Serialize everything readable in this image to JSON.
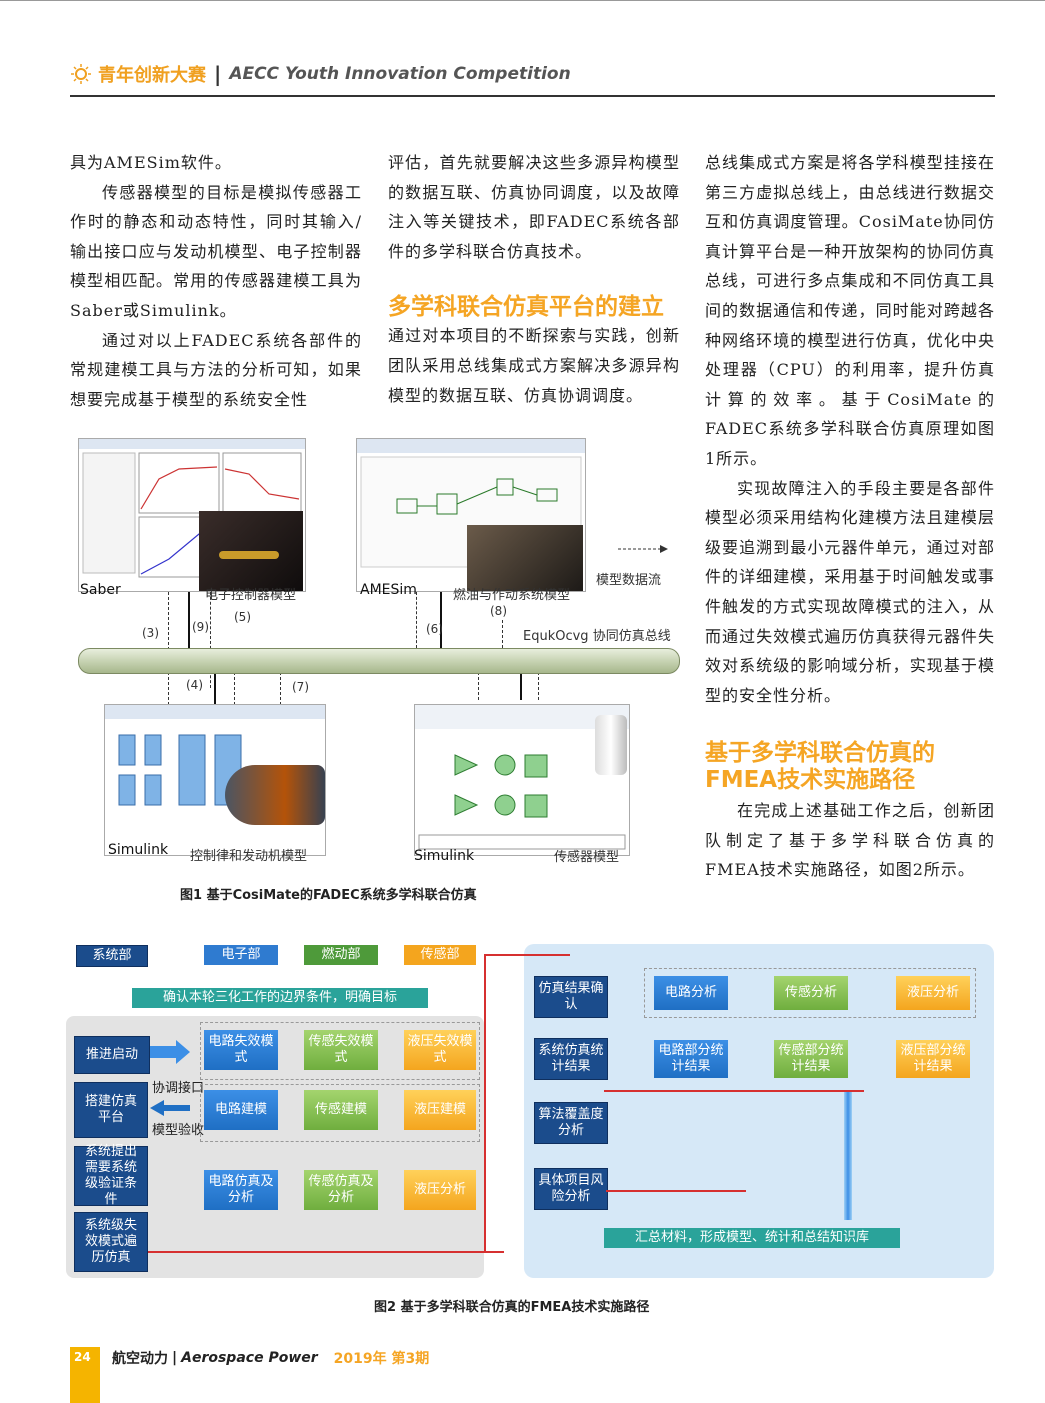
{
  "header": {
    "title_cn": "青年创新大赛",
    "separator": "|",
    "title_en": "AECC Youth Innovation Competition"
  },
  "col1": {
    "p1": "具为AMESim软件。",
    "p2": "传感器模型的目标是模拟传感器工作时的静态和动态特性，同时其输入/输出接口应与发动机模型、电子控制器模型相匹配。常用的传感器建模工具为Saber或Simulink。",
    "p3": "通过对以上FADEC系统各部件的常规建模工具与方法的分析可知，如果想要完成基于模型的系统安全性"
  },
  "col2": {
    "p1": "评估，首先就要解决这些多源异构模型的数据互联、仿真协同调度，以及故障注入等关键技术，即FADEC系统各部件的多学科联合仿真技术。",
    "heading": "多学科联合仿真平台的建立",
    "p2": "通过对本项目的不断探索与实践，创新团队采用总线集成式方案解决多源异构模型的数据互联、仿真协调调度。"
  },
  "col3": {
    "p1": "总线集成式方案是将各学科模型挂接在第三方虚拟总线上，由总线进行数据交互和仿真调度管理。CosiMate协同仿真计算平台是一种开放架构的协同仿真总线，可进行多点集成和不同仿真工具间的数据通信和传递，同时能对跨越各种网络环境的模型进行仿真，优化中央处理器（CPU）的利用率，提升仿真计算的效率。基于CosiMate的FADEC系统多学科联合仿真原理如图1所示。",
    "p2": "实现故障注入的手段主要是各部件模型必须采用结构化建模方法且建模层级要追溯到最小元器件单元，通过对部件的详细建模，采用基于时间触发或事件触发的方式实现故障模式的注入，从而通过失效模式遍历仿真获得元器件失效对系统级的影响域分析，实现基于模型的安全性分析。",
    "heading": "基于多学科联合仿真的FMEA技术实施路径",
    "p3": "在完成上述基础工作之后，创新团队制定了基于多学科联合仿真的FMEA技术实施路径，如图2所示。"
  },
  "fig1": {
    "saber_label": "Saber",
    "saber_caption": "电子控制器模型",
    "amesim_label": "AMESim",
    "amesim_caption": "燃油与作动系统模型",
    "simulink1_label": "Simulink",
    "simulink1_caption": "控制律和发动机模型",
    "simulink2_label": "Simulink",
    "simulink2_caption": "传感器模型",
    "legend": "模型数据流",
    "bus_label": "EqukOcvg 协同仿真总线",
    "n3": "(3)",
    "n9": "(9)",
    "n5": "(5)",
    "n6": "(6)",
    "n8": "(8)",
    "n4": "(4)",
    "n7": "(7)",
    "caption": "图1 基于CosiMate的FADEC系统多学科联合仿真"
  },
  "fig2": {
    "departments": [
      "系统部",
      "电子部",
      "燃动部",
      "传感部"
    ],
    "confirm": "确认本轮三化工作的边界条件，明确目标",
    "left_steps": [
      "推进启动",
      "搭建仿真平台",
      "系统提出需要系统级验证条件",
      "系统级失效模式遍历仿真"
    ],
    "coord": "协调接口",
    "verify": "模型验收",
    "failure_modes": [
      "电路失效模式",
      "传感失效模式",
      "液压失效模式"
    ],
    "modeling": [
      "电路建模",
      "传感建模",
      "液压建模"
    ],
    "sim_analysis": [
      "电路仿真及分析",
      "传感仿真及分析",
      "液压分析"
    ],
    "right_steps": [
      "仿真结果确认",
      "系统仿真统计结果",
      "算法覆盖度分析",
      "具体项目风险分析"
    ],
    "analysis": [
      "电路分析",
      "传感分析",
      "液压分析"
    ],
    "partial_results": [
      "电路部分统计结果",
      "传感部分统计结果",
      "液压部分统计结果"
    ],
    "summary": "汇总材料，形成模型、统计和总结知识库",
    "caption": "图2 基于多学科联合仿真的FMEA技术实施路径"
  },
  "footer": {
    "page": "24",
    "journal": "航空动力",
    "journal_en": "Aerospace Power",
    "issue": "2019年 第3期"
  },
  "colors": {
    "accent": "#f5a524",
    "navy": "#1b4c8c",
    "green": "#4e9a3a",
    "orange": "#f4a51e"
  }
}
